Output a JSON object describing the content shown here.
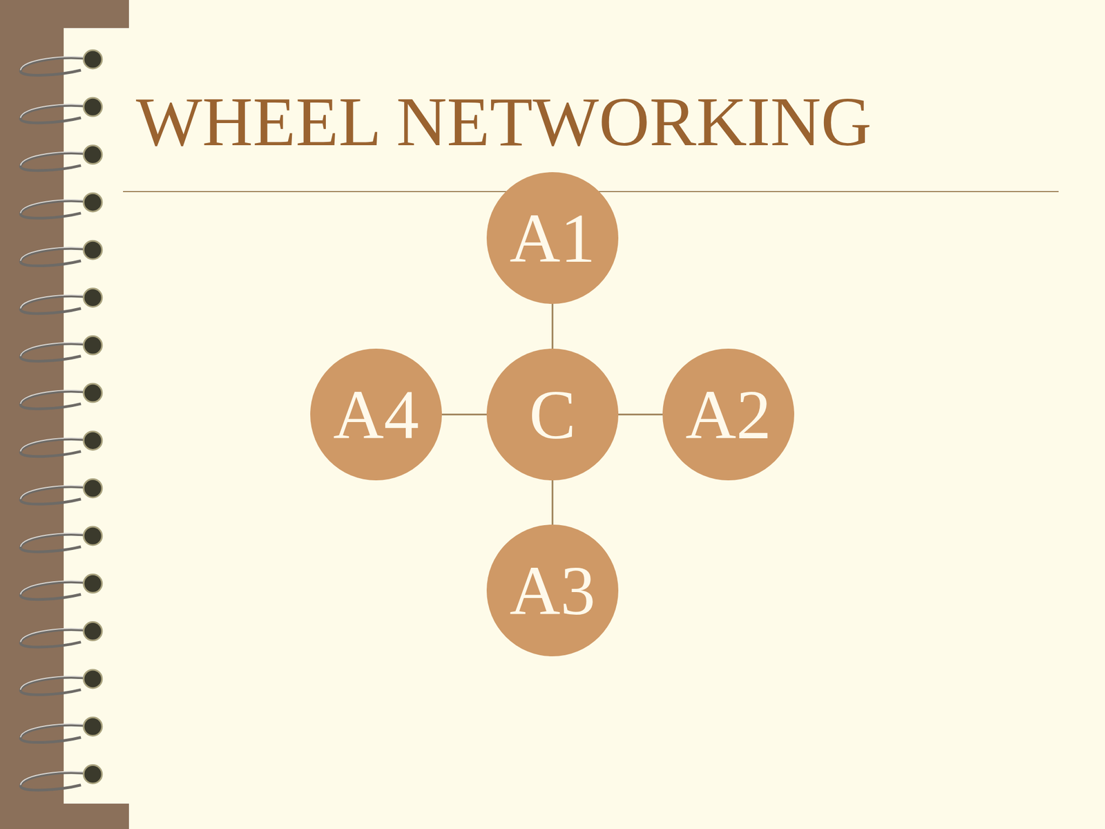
{
  "diagram": {
    "title": "WHEEL NETWORKING",
    "nodes": [
      {
        "text": [
          "A1"
        ]
      },
      {
        "text": [
          "A4"
        ]
      },
      {
        "text": [
          "C"
        ]
      },
      {
        "text": [
          "A2"
        ]
      },
      {
        "text": [
          "A3"
        ]
      }
    ],
    "edges": [
      {
        "from": 2,
        "to": 0,
        "arrow": "none"
      },
      {
        "from": 2,
        "to": 3,
        "arrow": "none"
      },
      {
        "from": 2,
        "to": 4,
        "arrow": "none"
      },
      {
        "from": 2,
        "to": 1,
        "arrow": "none"
      }
    ]
  }
}
